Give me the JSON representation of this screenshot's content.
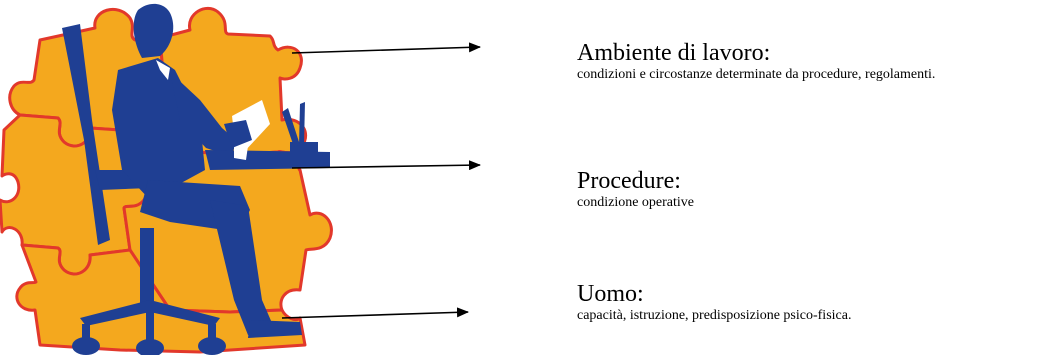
{
  "colors": {
    "puzzle_fill": "#F4A81E",
    "puzzle_stroke": "#E2382B",
    "figure_blue": "#1F3F93",
    "shirt_white": "#FFFFFF",
    "arrow": "#000000",
    "text": "#000000"
  },
  "illustration": {
    "subject": "businessman-seated-at-desk-on-puzzle-pieces"
  },
  "labels": [
    {
      "title": "Ambiente di lavoro:",
      "description": "condizioni e circostanze determinate da procedure, regolamenti."
    },
    {
      "title": "Procedure:",
      "description": "condizione operative"
    },
    {
      "title": "Uomo:",
      "description": "capacità, istruzione, predisposizione psico-fisica."
    }
  ]
}
